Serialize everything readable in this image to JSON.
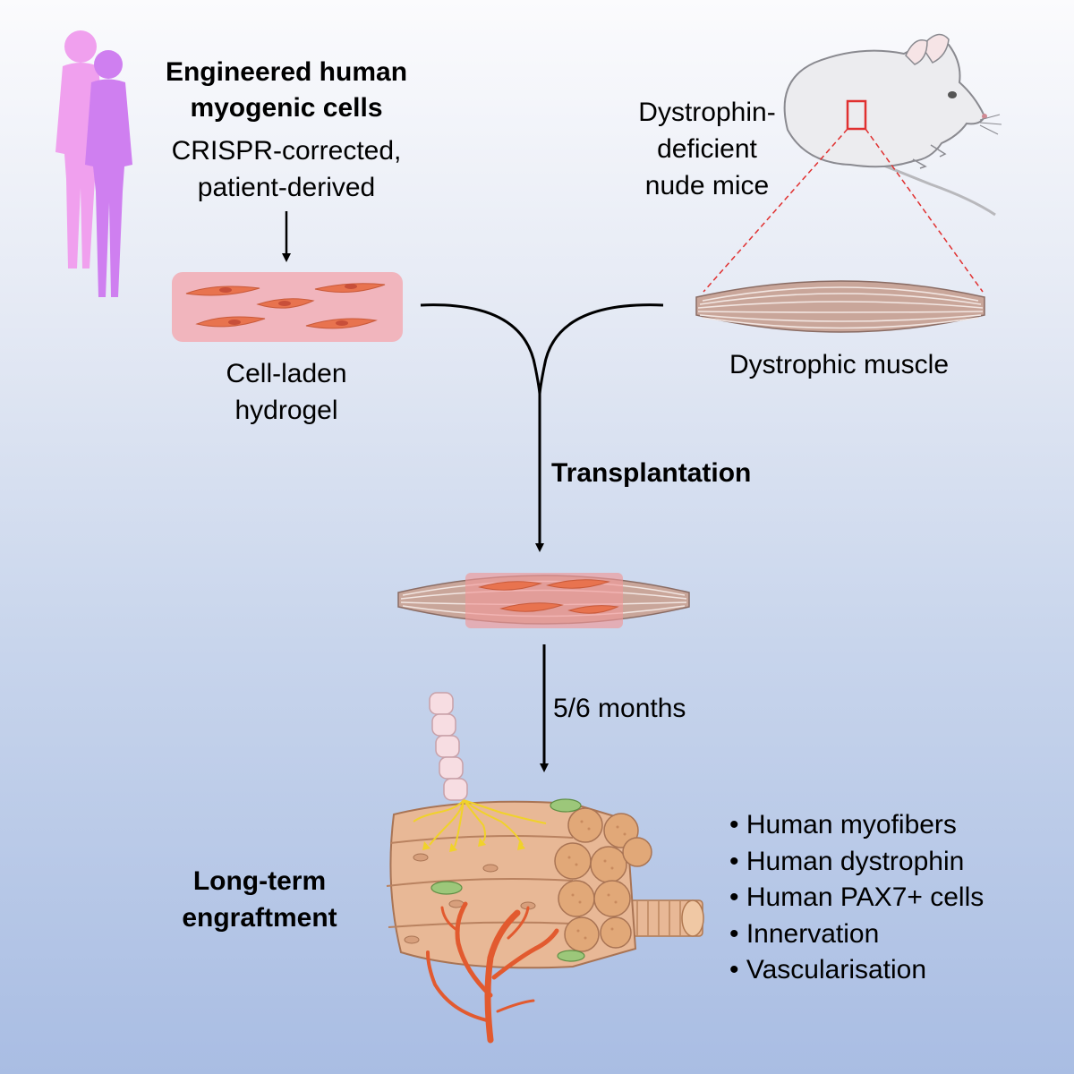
{
  "source": {
    "title_line1": "Engineered human",
    "title_line2": "myogenic cells",
    "subtitle_line1": "CRISPR-corrected,",
    "subtitle_line2": "patient-derived"
  },
  "hydrogel": {
    "label_line1": "Cell-laden",
    "label_line2": "hydrogel"
  },
  "mouse": {
    "label_line1": "Dystrophin-",
    "label_line2": "deficient",
    "label_line3": "nude mice"
  },
  "muscle": {
    "label": "Dystrophic muscle"
  },
  "steps": {
    "transplantation": "Transplantation",
    "duration": "5/6 months"
  },
  "outcome": {
    "title_line1": "Long-term",
    "title_line2": "engraftment",
    "results": [
      "Human myofibers",
      "Human dystrophin",
      "Human PAX7+ cells",
      "Innervation",
      "Vascularisation"
    ]
  },
  "colors": {
    "human_back": "#f0a0ee",
    "human_front": "#cf7ff0",
    "hydrogel": "#f1b5bd",
    "cell": "#e8734f",
    "muscle": "#c9a69a",
    "highlight": "#e03030",
    "vessel": "#e25a2f",
    "nerve": "#f0d22a"
  },
  "icons": [
    "human-silhouettes-icon",
    "mouse-icon",
    "muscle-icon",
    "muscle-fiber-bundle-icon",
    "blood-vessel-icon",
    "nerve-icon"
  ]
}
